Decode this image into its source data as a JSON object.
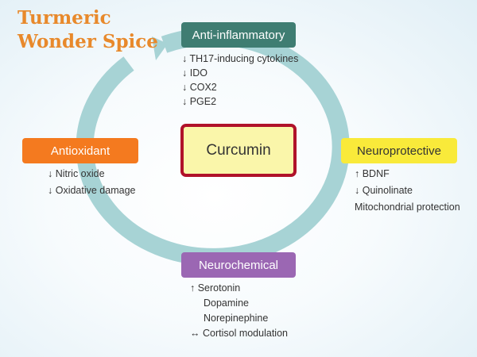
{
  "title": {
    "line1": "Turmeric",
    "line2": "Wonder Spice"
  },
  "center": {
    "label": "Curcumin"
  },
  "nodes": {
    "anti_inflammatory": {
      "label": "Anti-inflammatory",
      "items": [
        "↓ TH17-inducing cytokines",
        "↓ IDO",
        "↓ COX2",
        "↓ PGE2"
      ]
    },
    "antioxidant": {
      "label": "Antioxidant",
      "items": [
        "↓ Nitric oxide",
        "↓ Oxidative damage"
      ]
    },
    "neuroprotective": {
      "label": "Neuroprotective",
      "items": [
        "↑ BDNF",
        "↓ Quinolinate",
        "Mitochondrial protection"
      ]
    },
    "neurochemical": {
      "label": "Neurochemical",
      "items": [
        "↑ Serotonin",
        "Dopamine",
        "Norepinephine",
        "↔ Cortisol modulation"
      ]
    }
  },
  "colors": {
    "title": "#e8892b",
    "ring": "#a7d3d5",
    "anti_inflammatory": "#3f7d72",
    "antioxidant": "#f47a1f",
    "neuroprotective": "#f9ea3a",
    "neurochemical": "#9b67b3",
    "center_fill": "#faf6aa",
    "center_border": "#b0122a"
  }
}
